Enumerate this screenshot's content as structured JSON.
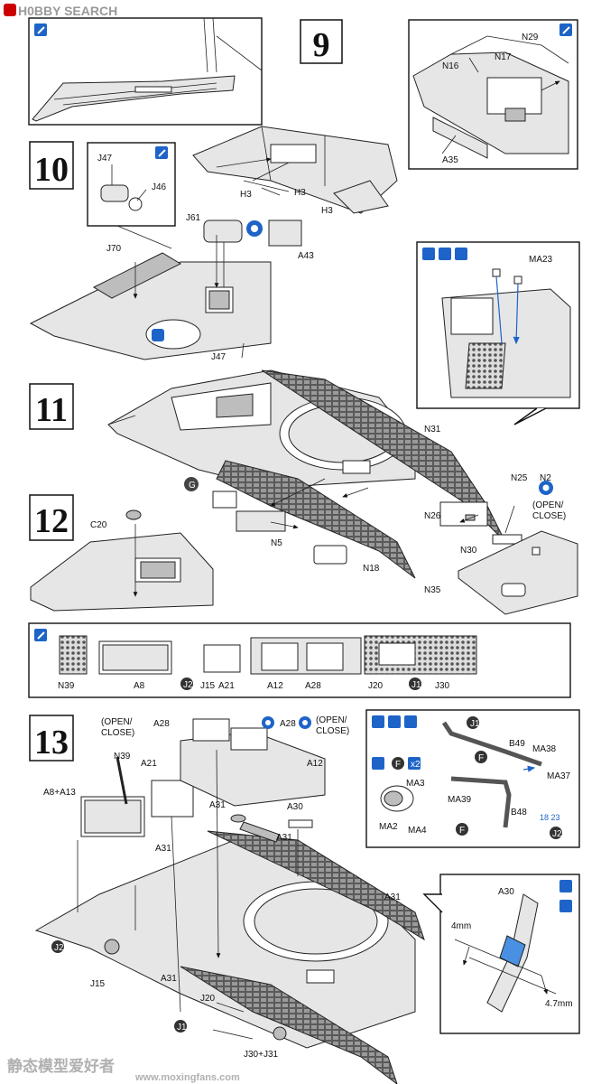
{
  "header": {
    "watermark": "H0BBY SEARCH"
  },
  "steps": [
    {
      "number": "9"
    },
    {
      "number": "10"
    },
    {
      "number": "11"
    },
    {
      "number": "12"
    },
    {
      "number": "13"
    }
  ],
  "labels": {
    "s9_N29": "N29",
    "s9_N17": "N17",
    "s9_N16": "N16",
    "s9_A35": "A35",
    "s9_H3a": "H3",
    "s9_H3b": "H3",
    "s9_H3c": "H3",
    "s10_J47a": "J47",
    "s10_J46": "J46",
    "s10_J61": "J61",
    "s10_A43": "A43",
    "s10_J70": "J70",
    "s10_J47b": "J47",
    "s10_MA23": "MA23",
    "s11_N31": "N31",
    "s11_N25": "N25",
    "s11_N2": "N2",
    "s11_open": "(OPEN/",
    "s11_close": "CLOSE)",
    "s11_N26": "N26",
    "s11_N30": "N30",
    "s11_N35": "N35",
    "s12_C20": "C20",
    "s12_N5": "N5",
    "s12_N18": "N18",
    "s12_G": "G",
    "strip_N39": "N39",
    "strip_A8": "A8",
    "strip_J15": "J15",
    "strip_A21": "A21",
    "strip_A12": "A12",
    "strip_A28": "A28",
    "strip_J20": "J20",
    "strip_J30": "J30",
    "strip_J1": "J1",
    "strip_J2": "J2",
    "s13_open1": "(OPEN/",
    "s13_close1": "CLOSE)",
    "s13_A28a": "A28",
    "s13_A28b": "A28",
    "s13_open2": "(OPEN/",
    "s13_close2": "CLOSE)",
    "s13_A12": "A12",
    "s13_N39": "N39",
    "s13_A21": "A21",
    "s13_A8A13": "A8+A13",
    "s13_A31a": "A31",
    "s13_A30": "A30",
    "s13_A31b": "A31",
    "s13_A31c": "A31",
    "s13_A31d": "A31",
    "s13_A31e": "A31",
    "s13_J2": "J2",
    "s13_J15": "J15",
    "s13_J20": "J20",
    "s13_J1": "J1",
    "s13_J30J31": "J30+J31",
    "d1_B49": "B49",
    "d1_MA38": "MA38",
    "d1_MA37": "MA37",
    "d1_MA39": "MA39",
    "d1_B48": "B48",
    "d1_MA3": "MA3",
    "d1_MA2": "MA2",
    "d1_MA4": "MA4",
    "d1_J1": "J1",
    "d1_J2": "J2",
    "d1_F": "F",
    "d1_F2": "F",
    "d1_F3": "F",
    "d1_x2": "x2",
    "d1_note": "18 23",
    "d2_A30": "A30",
    "d2_4mm": "4mm",
    "d2_47mm": "4.7mm"
  },
  "footer": {
    "watermark_cn": "静态模型爱好者",
    "url": "www.moxingfans.com"
  },
  "colors": {
    "accent": "#1e64c8",
    "ink": "#111111",
    "paper": "#ffffff"
  }
}
